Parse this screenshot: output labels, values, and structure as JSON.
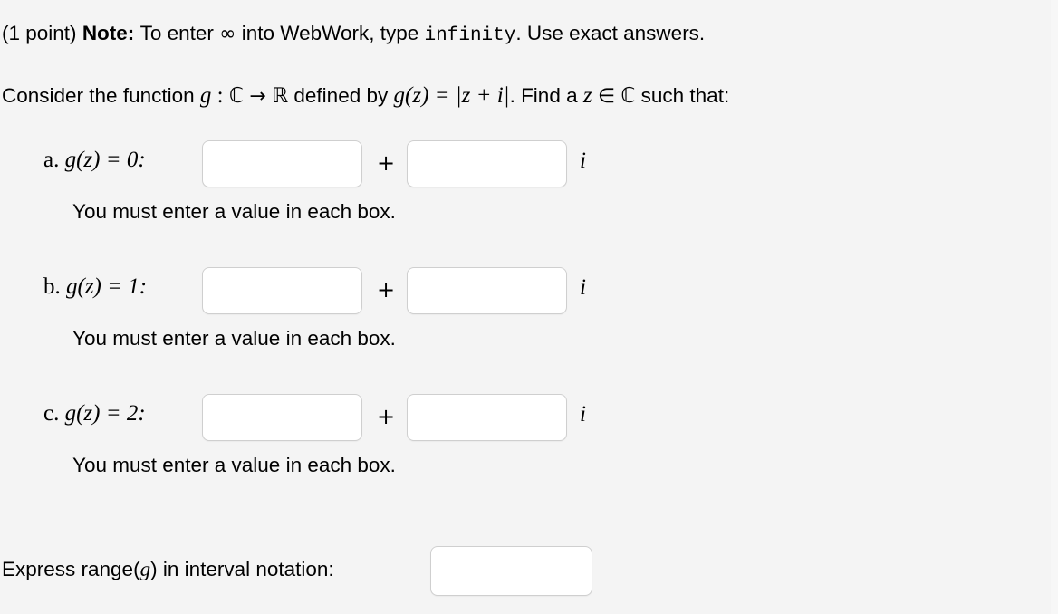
{
  "page": {
    "background_color": "#f4f4f4",
    "input_border_color": "#cfcfcf",
    "input_background_color": "#ffffff",
    "text_color": "#000000"
  },
  "note_line": {
    "points": "(1 point)",
    "note_label": "Note:",
    "text_before_symbol": "To enter",
    "infinity_symbol": "∞",
    "text_after_symbol": "into WebWork, type",
    "code_literal": "infinity",
    "text_end": ". Use exact answers."
  },
  "consider_line": {
    "text_1": "Consider the function",
    "fn_name": "g",
    "colon": ":",
    "domain_set": "ℂ",
    "arrow": "→",
    "codomain_set": "ℝ",
    "text_2": "defined by",
    "definition": "g(z) = |z + i|",
    "text_3": ". Find a",
    "var": "z",
    "member_of": "∈",
    "member_set": "ℂ",
    "text_4": "such that:"
  },
  "parts": [
    {
      "letter": "a.",
      "equation": "g(z) = 0:",
      "real_input_value": "",
      "imag_input_value": "",
      "plus": "+",
      "imaginary_unit": "i",
      "error_message": "You must enter a value in each box."
    },
    {
      "letter": "b.",
      "equation": "g(z) = 1:",
      "real_input_value": "",
      "imag_input_value": "",
      "plus": "+",
      "imaginary_unit": "i",
      "error_message": "You must enter a value in each box."
    },
    {
      "letter": "c.",
      "equation": "g(z) = 2:",
      "real_input_value": "",
      "imag_input_value": "",
      "plus": "+",
      "imaginary_unit": "i",
      "error_message": "You must enter a value in each box."
    }
  ],
  "range_question": {
    "label_before": "Express range(",
    "fn_name": "g",
    "label_after": ") in interval notation:",
    "input_value": ""
  }
}
